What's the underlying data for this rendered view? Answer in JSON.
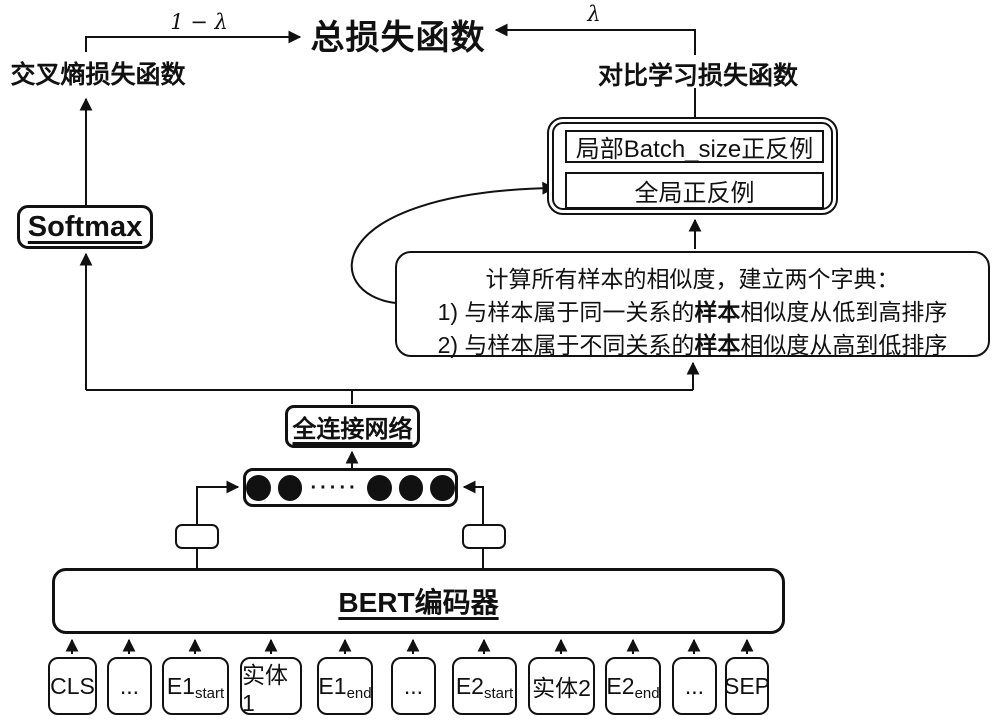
{
  "diagram": {
    "total_loss": "总损失函数",
    "weight_left": "1 − λ",
    "weight_right": "λ",
    "ce_loss": "交叉熵损失函数",
    "cl_loss": "对比学习损失函数",
    "softmax": "Softmax",
    "pairs_box": {
      "local": "局部Batch_size正反例",
      "global": "全局正反例"
    },
    "dictionary": {
      "title": "计算所有样本的相似度，建立两个字典：",
      "items": [
        {
          "pre": "1) 与样本属于同一关系的",
          "bold": "样本",
          "post": "相似度从低到高排序"
        },
        {
          "pre": "2) 与样本属于不同关系的",
          "bold": "样本",
          "post": "相似度从高到低排序"
        }
      ]
    },
    "fc": "全连接网络",
    "embedding_dots": "·····",
    "bert": "BERT编码器",
    "tokens": [
      {
        "label": "CLS",
        "sub": ""
      },
      {
        "label": "...",
        "sub": ""
      },
      {
        "label": "E1",
        "sub": "start"
      },
      {
        "label": "实体1",
        "sub": ""
      },
      {
        "label": "E1",
        "sub": "end"
      },
      {
        "label": "...",
        "sub": ""
      },
      {
        "label": "E2",
        "sub": "start"
      },
      {
        "label": "实体2",
        "sub": ""
      },
      {
        "label": "E2",
        "sub": "end"
      },
      {
        "label": "...",
        "sub": ""
      },
      {
        "label": "SEP",
        "sub": ""
      }
    ]
  },
  "colors": {
    "ink": "#111111",
    "background": "#ffffff"
  }
}
